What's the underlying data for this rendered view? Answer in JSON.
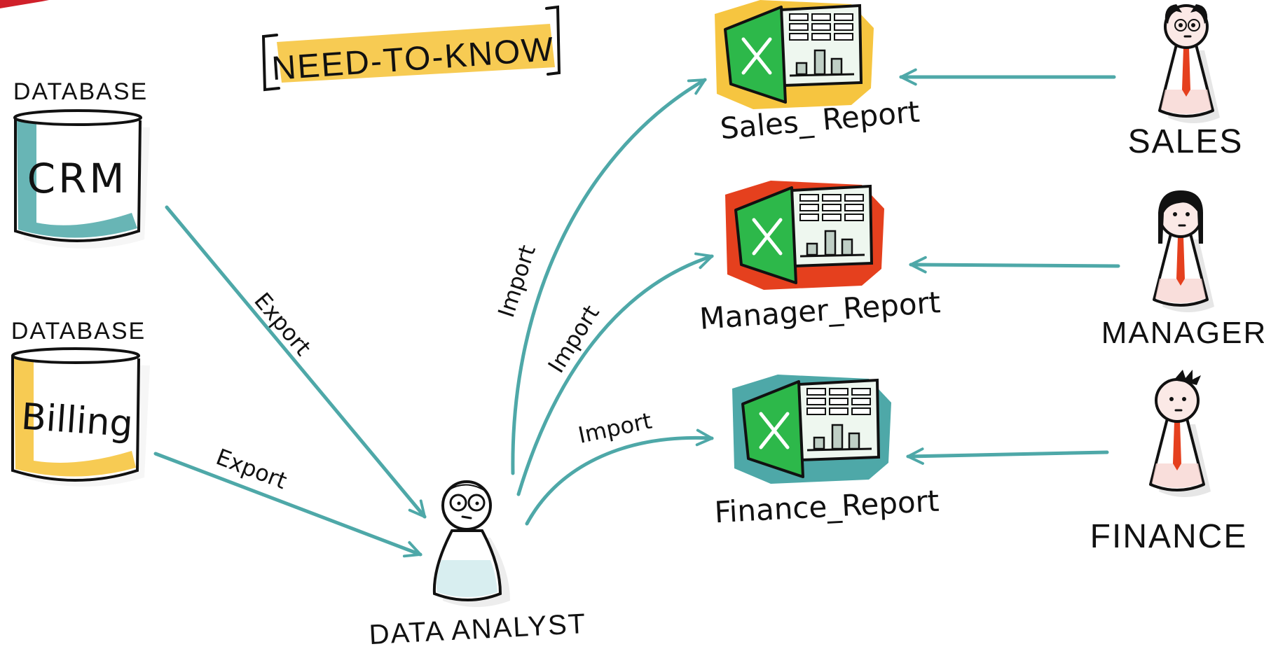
{
  "banner": {
    "label": "NEED-TO-KNOW"
  },
  "databases": [
    {
      "heading": "DATABASE",
      "name": "CRM",
      "color": "#4ea8a8"
    },
    {
      "heading": "DATABASE",
      "name": "Billing",
      "color": "#f6c540"
    }
  ],
  "analyst": {
    "label": "DATA ANALYST"
  },
  "export_labels": [
    "Export",
    "Export"
  ],
  "import_labels": [
    "Import",
    "Import",
    "Import"
  ],
  "reports": [
    {
      "name": "Sales_ Report",
      "frame_color": "#f6c540"
    },
    {
      "name": "Manager_Report",
      "frame_color": "#e5401e"
    },
    {
      "name": "Finance_Report",
      "frame_color": "#4ea8a8"
    }
  ],
  "roles": [
    {
      "label": "SALES"
    },
    {
      "label": "MANAGER"
    },
    {
      "label": "FINANCE"
    }
  ],
  "colors": {
    "arrow": "#4ea8a8",
    "excel_green": "#2db84a",
    "tie": "#e5401e",
    "banner_highlight": "#f6c540"
  },
  "icons": [
    "database-icon",
    "spreadsheet-report-icon",
    "person-icon"
  ]
}
